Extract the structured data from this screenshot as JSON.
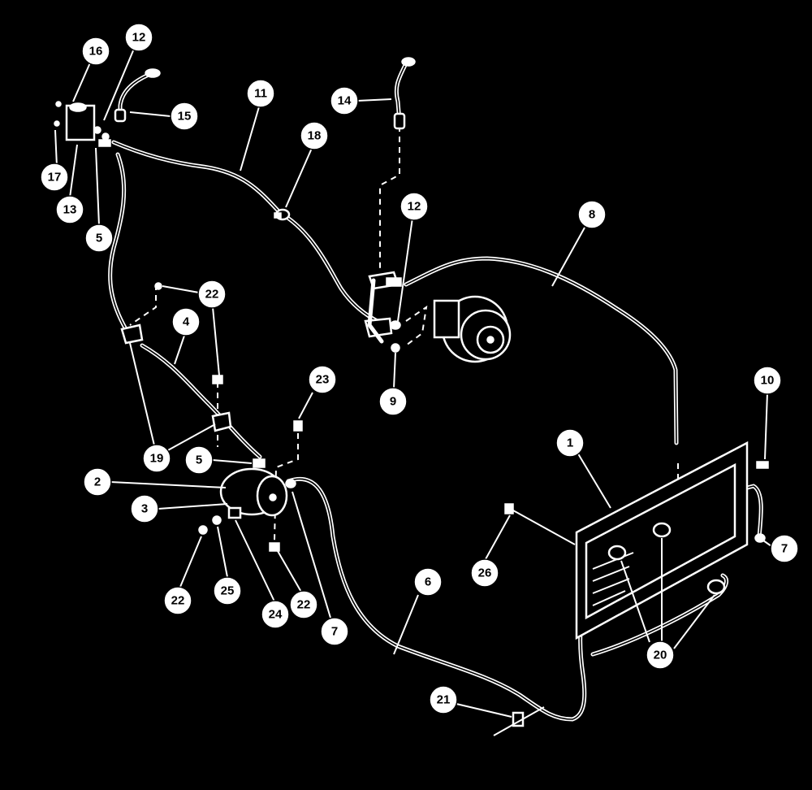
{
  "callouts": [
    {
      "id": "c16",
      "label": "16"
    },
    {
      "id": "c12a",
      "label": "12"
    },
    {
      "id": "c15",
      "label": "15"
    },
    {
      "id": "c11",
      "label": "11"
    },
    {
      "id": "c18",
      "label": "18"
    },
    {
      "id": "c14",
      "label": "14"
    },
    {
      "id": "c17",
      "label": "17"
    },
    {
      "id": "c13",
      "label": "13"
    },
    {
      "id": "c5a",
      "label": "5"
    },
    {
      "id": "c12b",
      "label": "12"
    },
    {
      "id": "c8",
      "label": "8"
    },
    {
      "id": "c22a",
      "label": "22"
    },
    {
      "id": "c4",
      "label": "4"
    },
    {
      "id": "c9",
      "label": "9"
    },
    {
      "id": "c23",
      "label": "23"
    },
    {
      "id": "c10",
      "label": "10"
    },
    {
      "id": "c19",
      "label": "19"
    },
    {
      "id": "c5b",
      "label": "5"
    },
    {
      "id": "c1",
      "label": "1"
    },
    {
      "id": "c2",
      "label": "2"
    },
    {
      "id": "c3",
      "label": "3"
    },
    {
      "id": "c7a",
      "label": "7"
    },
    {
      "id": "c26",
      "label": "26"
    },
    {
      "id": "c6",
      "label": "6"
    },
    {
      "id": "c22b",
      "label": "22"
    },
    {
      "id": "c25",
      "label": "25"
    },
    {
      "id": "c24",
      "label": "24"
    },
    {
      "id": "c22c",
      "label": "22"
    },
    {
      "id": "c7b",
      "label": "7"
    },
    {
      "id": "c20",
      "label": "20"
    },
    {
      "id": "c21",
      "label": "21"
    }
  ],
  "colors": {
    "background": "#000000",
    "line": "#ffffff"
  }
}
